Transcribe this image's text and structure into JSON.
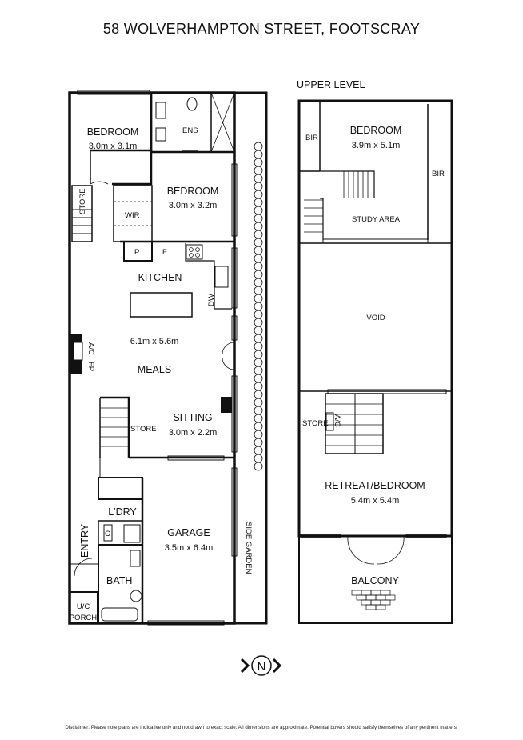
{
  "title": "58 WOLVERHAMPTON STREET, FOOTSCRAY",
  "upper_level_label": "UPPER LEVEL",
  "ground": {
    "bedroom1": {
      "name": "BEDROOM",
      "dims": "3.0m x 3.1m"
    },
    "ensuite": "ENS",
    "bedroom2": {
      "name": "BEDROOM",
      "dims": "3.0m x 3.2m"
    },
    "store_top": "STORE",
    "wir": "WIR",
    "pantry": "P",
    "fridge": "F",
    "kitchen": "KITCHEN",
    "dishwasher": "DW",
    "living_dims": "6.1m x 5.6m",
    "meals": "MEALS",
    "ac": "A/C",
    "fireplace": "FP",
    "store_mid": "STORE",
    "sitting": {
      "name": "SITTING",
      "dims": "3.0m x 2.2m"
    },
    "laundry": "L'DRY",
    "cupboard": "C",
    "garage": {
      "name": "GARAGE",
      "dims": "3.5m x 6.4m"
    },
    "entry": "ENTRY",
    "bath": "BATH",
    "porch": "PORCH",
    "uc": "U/C",
    "side_garden": "SIDE GARDEN"
  },
  "upper": {
    "bedroom": {
      "name": "BEDROOM",
      "dims": "3.9m x 5.1m"
    },
    "bir_left": "BIR",
    "bir_right": "BIR",
    "study": "STUDY AREA",
    "void": "VOID",
    "store": "STORE",
    "ac": "A/C",
    "retreat": {
      "name": "RETREAT/BEDROOM",
      "dims": "5.4m x 5.4m"
    },
    "balcony": "BALCONY"
  },
  "compass_letter": "N",
  "disclaimer": "Disclaimer: Please note plans are indicative only and not drawn to exact scale. All dimensions are approximate. Potential buyers should satisfy themselves of any pertinent matters."
}
